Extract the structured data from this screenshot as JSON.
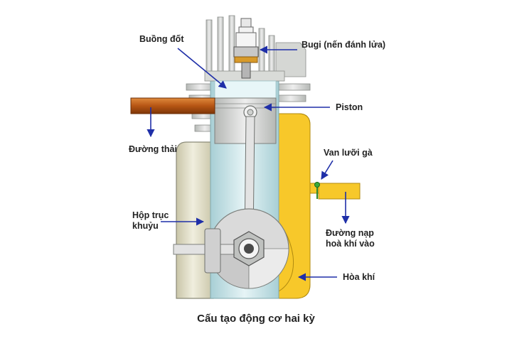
{
  "title": "Cấu tạo động cơ hai kỳ",
  "labels": {
    "combustion_chamber": "Buồng đốt",
    "spark_plug": "Bugi (nến đánh lửa)",
    "piston": "Piston",
    "exhaust": "Đường thải",
    "reed_valve": "Van lưỡi gà",
    "crankcase_line1": "Hộp trục",
    "crankcase_line2": "khuỷu",
    "intake_line1": "Đường nạp",
    "intake_line2": "hoà khí vào",
    "mixture": "Hòa khí"
  },
  "colors": {
    "arrow": "#1f2fa8",
    "mixture": "#f7c82a",
    "exhaust_pipe": "#c0621a",
    "metal": "#c9cbc8",
    "cylinder": "#b9dde2",
    "crankcase": "#d9d6c0"
  }
}
